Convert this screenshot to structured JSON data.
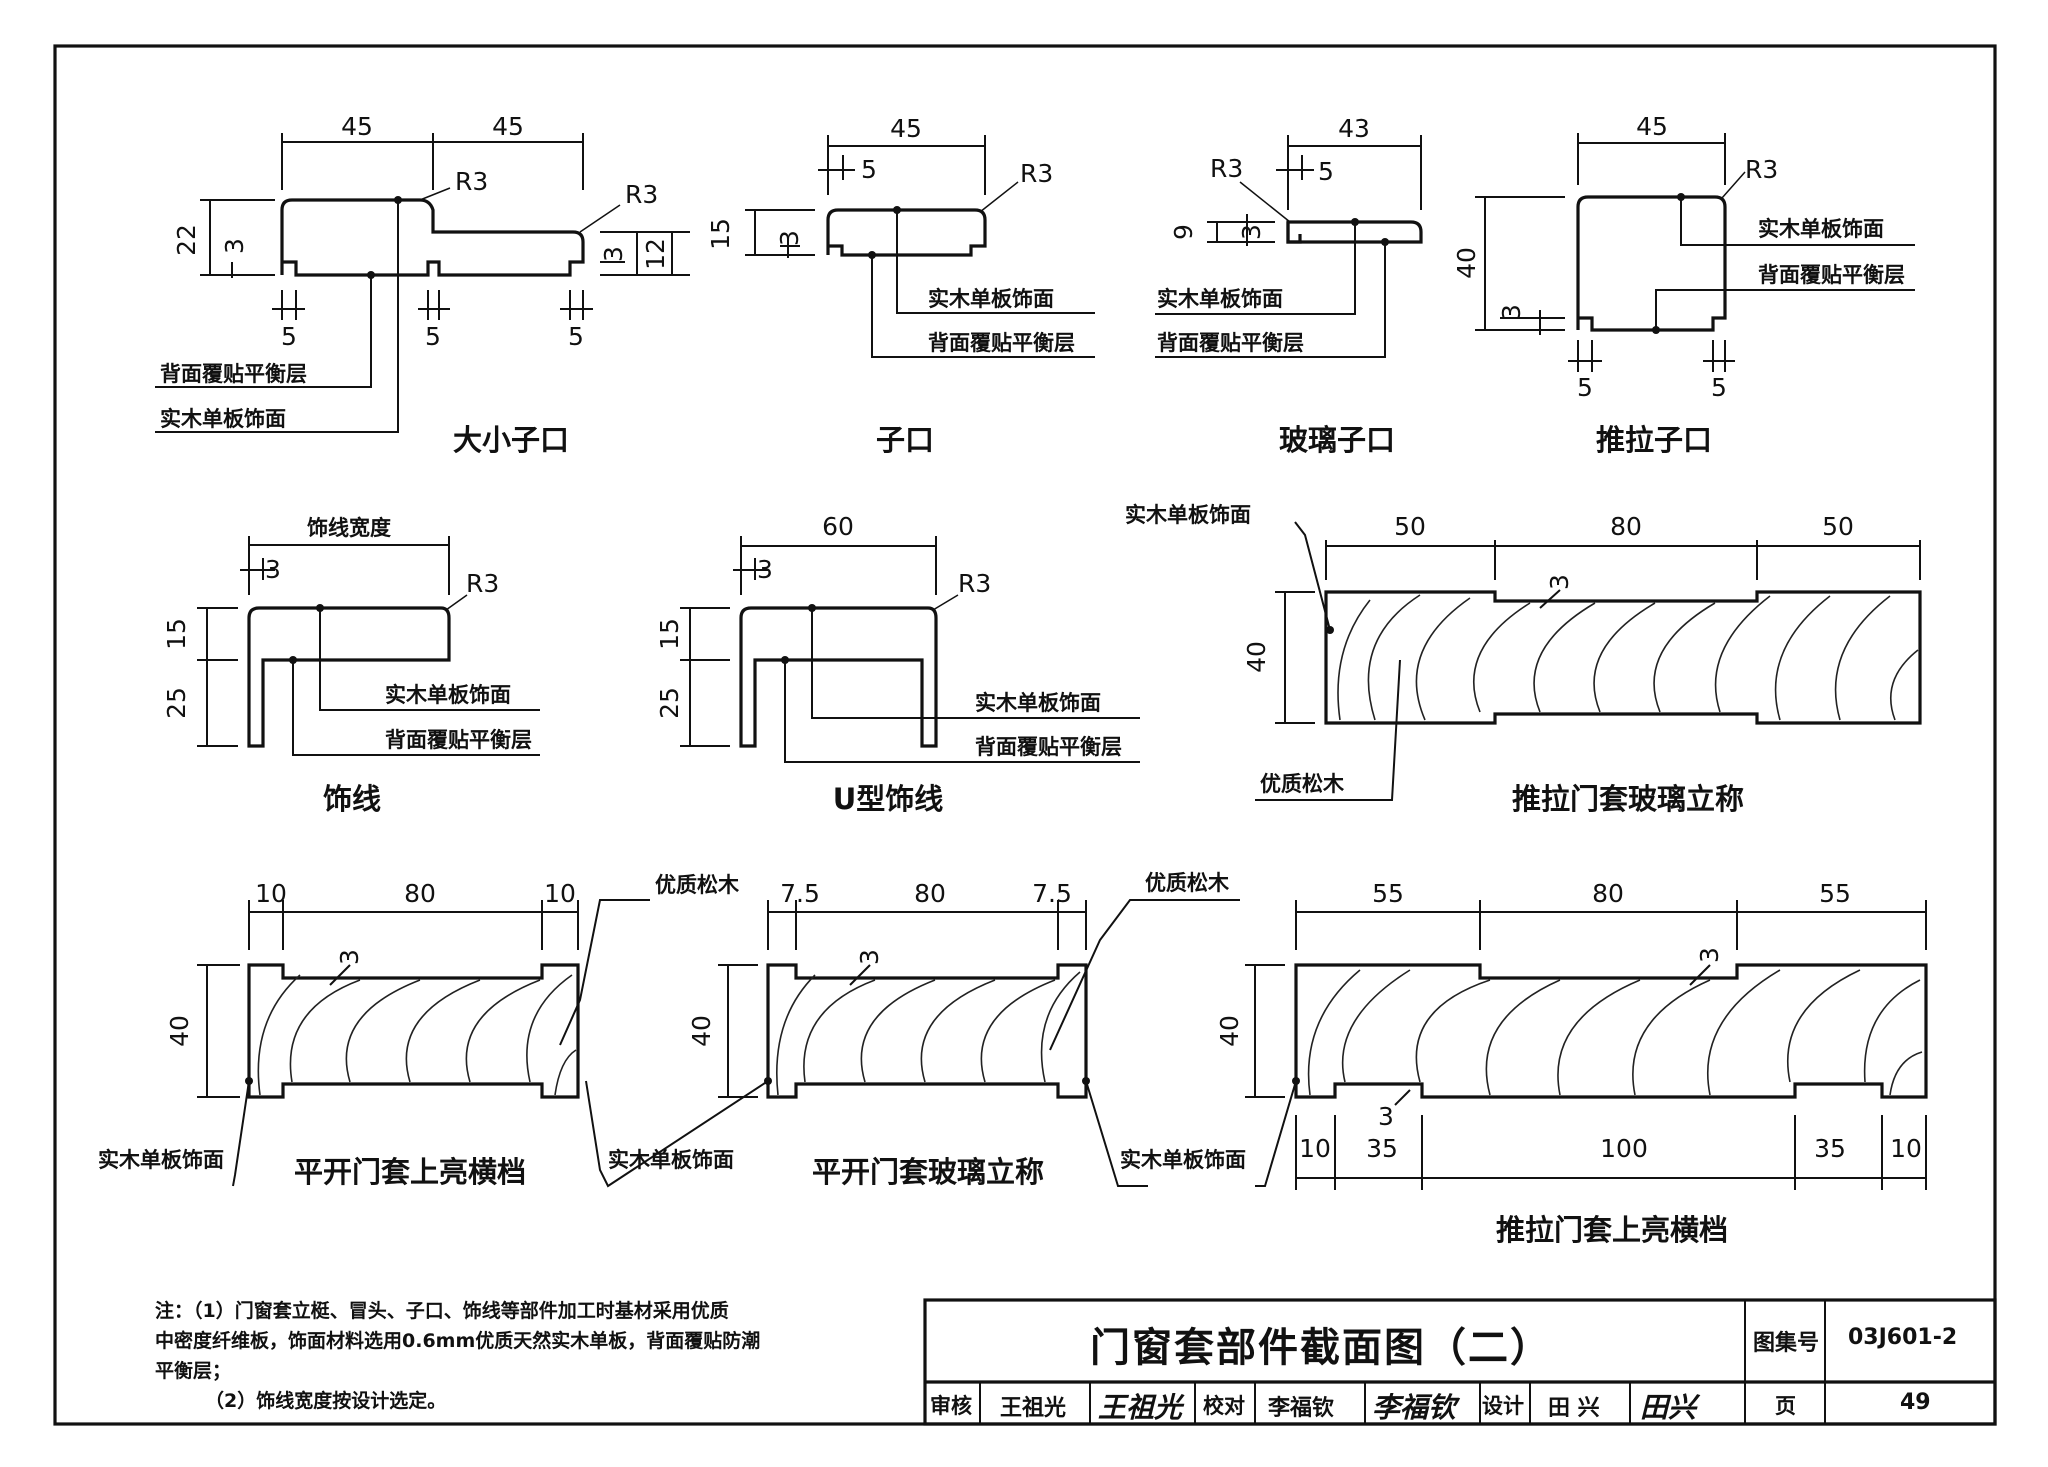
{
  "drawing": {
    "sections": [
      {
        "id": "large-small-stop",
        "caption": "大小子口",
        "dims": {
          "top1": "45",
          "top2": "45",
          "r1": "R3",
          "r2": "R3",
          "h": "22",
          "h_small": "3",
          "h2": "3",
          "h3": "12",
          "b1": "5",
          "b2": "5",
          "b3": "5"
        },
        "labels": [
          "背面覆贴平衡层",
          "实木单板饰面"
        ]
      },
      {
        "id": "stop",
        "caption": "子口",
        "dims": {
          "top": "45",
          "top_small": "5",
          "r": "R3",
          "h": "15",
          "h_small": "3"
        },
        "labels": [
          "实木单板饰面",
          "背面覆贴平衡层"
        ]
      },
      {
        "id": "glass-stop",
        "caption": "玻璃子口",
        "dims": {
          "top": "43",
          "top_small": "5",
          "r": "R3",
          "h": "9",
          "h_small": "3"
        },
        "labels": [
          "实木单板饰面",
          "背面覆贴平衡层"
        ]
      },
      {
        "id": "sliding-stop",
        "caption": "推拉子口",
        "dims": {
          "top": "45",
          "r": "R3",
          "h": "40",
          "h_small": "3",
          "b1": "5",
          "b2": "5"
        },
        "labels": [
          "实木单板饰面",
          "背面覆贴平衡层"
        ]
      },
      {
        "id": "trim-line",
        "caption": "饰线",
        "dims": {
          "top": "饰线宽度",
          "top_small": "3",
          "r": "R3",
          "h1": "15",
          "h2": "25"
        },
        "labels": [
          "实木单板饰面",
          "背面覆贴平衡层"
        ]
      },
      {
        "id": "u-trim-line",
        "caption": "U型饰线",
        "dims": {
          "top": "60",
          "top_small": "3",
          "r": "R3",
          "h1": "15",
          "h2": "25"
        },
        "labels": [
          "实木单板饰面",
          "背面覆贴平衡层"
        ]
      },
      {
        "id": "sliding-glass-mullion",
        "caption": "推拉门套玻璃立称",
        "dims": {
          "t1": "50",
          "t2": "80",
          "t3": "50",
          "groove": "3",
          "h": "40"
        },
        "labels": [
          "实木单板饰面",
          "优质松木"
        ]
      },
      {
        "id": "casement-transom",
        "caption": "平开门套上亮横档",
        "dims": {
          "t1": "10",
          "t2": "80",
          "t3": "10",
          "groove": "3",
          "h": "40"
        },
        "labels": [
          "实木单板饰面",
          "优质松木"
        ]
      },
      {
        "id": "casement-glass-mullion",
        "caption": "平开门套玻璃立称",
        "dims": {
          "t1": "7.5",
          "t2": "80",
          "t3": "7.5",
          "groove": "3",
          "h": "40"
        },
        "labels": [
          "实木单板饰面",
          "优质松木"
        ]
      },
      {
        "id": "sliding-transom",
        "caption": "推拉门套上亮横档",
        "dims": {
          "t1": "55",
          "t2": "80",
          "t3": "55",
          "groove": "3",
          "groove_b": "3",
          "h": "40",
          "b1": "10",
          "b2": "35",
          "b3": "100",
          "b4": "35",
          "b5": "10"
        },
        "labels": [
          "实木单板饰面"
        ]
      }
    ]
  },
  "notes": [
    "注：（1）门窗套立梃、冒头、子口、饰线等部件加工时基材采用优质",
    "中密度纤维板，饰面材料选用0.6mm优质天然实木单板，背面覆贴防潮",
    "平衡层；",
    "（2）饰线宽度按设计选定。"
  ],
  "title_block": {
    "title": "门窗套部件截面图（二）",
    "atlas_label": "图集号",
    "atlas_no": "03J601-2",
    "review_label": "审核",
    "reviewer": "王祖光",
    "reviewer_sig": "王祖光",
    "check_label": "校对",
    "checker": "李福钦",
    "checker_sig": "李福钦",
    "design_label": "设计",
    "designer": "田 兴",
    "designer_sig": "田兴",
    "page_label": "页",
    "page_no": "49"
  }
}
